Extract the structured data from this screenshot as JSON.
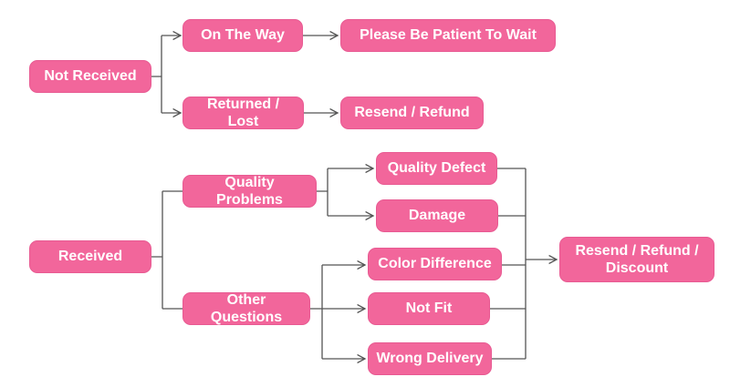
{
  "diagram": {
    "colors": {
      "background": "#ffffff",
      "node_fill": "#f2669b",
      "node_border": "#e85a92",
      "node_text": "#ffffff",
      "connector": "#555555"
    },
    "nodes": [
      {
        "id": "not-received",
        "label": "Not Received"
      },
      {
        "id": "on-the-way",
        "label": "On The Way"
      },
      {
        "id": "please-be-patient-to-wait",
        "label": "Please Be Patient To Wait"
      },
      {
        "id": "returned-lost",
        "label": "Returned / Lost"
      },
      {
        "id": "resend-refund",
        "label": "Resend / Refund"
      },
      {
        "id": "received",
        "label": "Received"
      },
      {
        "id": "quality-problems",
        "label": "Quality Problems"
      },
      {
        "id": "quality-defect",
        "label": "Quality Defect"
      },
      {
        "id": "damage",
        "label": "Damage"
      },
      {
        "id": "other-questions",
        "label": "Other Questions"
      },
      {
        "id": "color-difference",
        "label": "Color Difference"
      },
      {
        "id": "not-fit",
        "label": "Not Fit"
      },
      {
        "id": "wrong-delivery",
        "label": "Wrong Delivery"
      },
      {
        "id": "resend-refund-discount",
        "label": "Resend / Refund / Discount"
      }
    ],
    "edges": [
      {
        "from": "not-received",
        "to": "on-the-way",
        "arrow": true
      },
      {
        "from": "not-received",
        "to": "returned-lost",
        "arrow": true
      },
      {
        "from": "on-the-way",
        "to": "please-be-patient-to-wait",
        "arrow": true
      },
      {
        "from": "returned-lost",
        "to": "resend-refund",
        "arrow": true
      },
      {
        "from": "received",
        "to": "quality-problems",
        "arrow": false
      },
      {
        "from": "received",
        "to": "other-questions",
        "arrow": false
      },
      {
        "from": "quality-problems",
        "to": "quality-defect",
        "arrow": true
      },
      {
        "from": "quality-problems",
        "to": "damage",
        "arrow": true
      },
      {
        "from": "other-questions",
        "to": "color-difference",
        "arrow": true
      },
      {
        "from": "other-questions",
        "to": "not-fit",
        "arrow": true
      },
      {
        "from": "other-questions",
        "to": "wrong-delivery",
        "arrow": true
      },
      {
        "from": "quality-defect",
        "to": "resend-refund-discount",
        "arrow": true
      },
      {
        "from": "damage",
        "to": "resend-refund-discount",
        "arrow": true
      },
      {
        "from": "color-difference",
        "to": "resend-refund-discount",
        "arrow": true
      },
      {
        "from": "not-fit",
        "to": "resend-refund-discount",
        "arrow": true
      },
      {
        "from": "wrong-delivery",
        "to": "resend-refund-discount",
        "arrow": true
      }
    ]
  }
}
